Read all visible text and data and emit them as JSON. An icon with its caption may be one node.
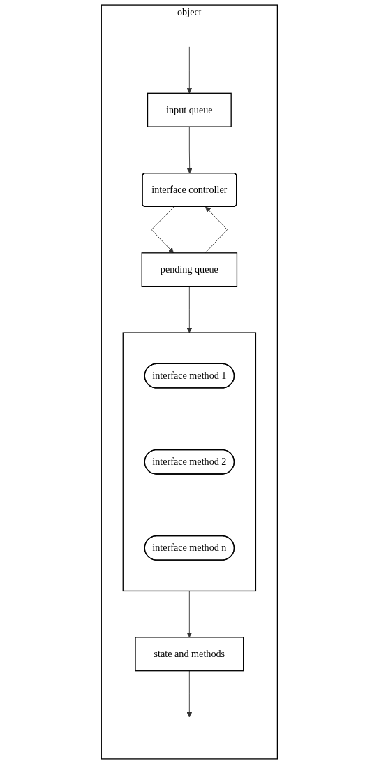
{
  "diagram": {
    "nodes": [
      {
        "text": [
          "object"
        ]
      },
      {
        "text": [
          "input queue"
        ],
        "in": 0
      },
      {
        "text": [
          "interface controller"
        ],
        "in": 0
      },
      {
        "text": [
          "pending queue"
        ],
        "in": 0
      },
      {
        "text": [],
        "shape": "box",
        "in": 0
      },
      {
        "text": [
          "interface method 1"
        ],
        "in": 4
      },
      {
        "text": [
          "interface method 2"
        ],
        "in": 4
      },
      {
        "text": [
          "interface method n"
        ],
        "in": 4
      },
      {
        "text": [
          "state and methods"
        ],
        "in": 0
      }
    ],
    "edges": [
      {
        "from": null,
        "to": 1,
        "arrow": "to"
      },
      {
        "from": 1,
        "to": 2,
        "arrow": "to"
      },
      {
        "from": 2,
        "to": 3,
        "arrow": "to"
      },
      {
        "from": 3,
        "to": 2,
        "arrow": "to"
      },
      {
        "from": 3,
        "to": 4,
        "arrow": "to"
      },
      {
        "from": 4,
        "to": 8,
        "arrow": "to"
      },
      {
        "from": 8,
        "to": null,
        "arrow": "to"
      }
    ]
  }
}
